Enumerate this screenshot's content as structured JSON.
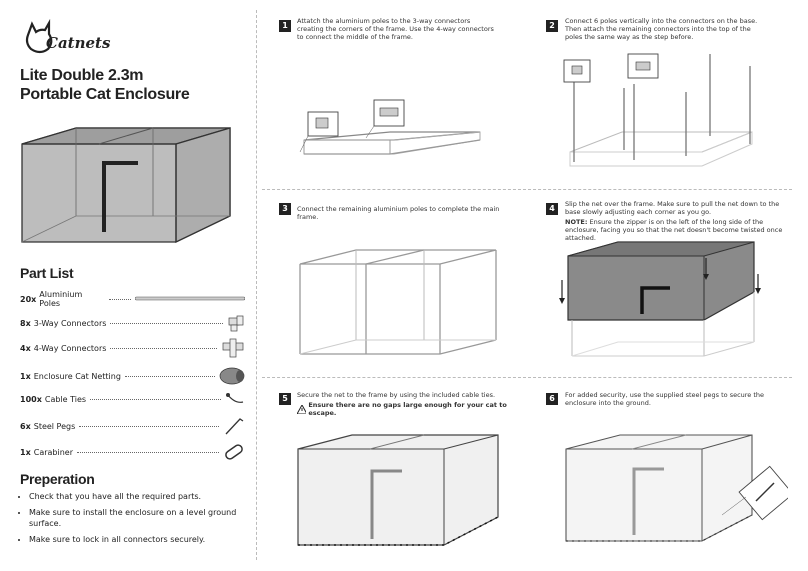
{
  "brand": "Catnets",
  "title_line1": "Lite Double 2.3m",
  "title_line2": "Portable Cat Enclosure",
  "part_list_heading": "Part List",
  "parts": [
    {
      "qty": "20x",
      "name": "Aluminium Poles"
    },
    {
      "qty": "8x",
      "name": "3-Way Connectors"
    },
    {
      "qty": "4x",
      "name": "4-Way Connectors"
    },
    {
      "qty": "1x",
      "name": "Enclosure Cat Netting"
    },
    {
      "qty": "100x",
      "name": "Cable Ties"
    },
    {
      "qty": "6x",
      "name": "Steel Pegs"
    },
    {
      "qty": "1x",
      "name": "Carabiner"
    }
  ],
  "preparation_heading": "Preperation",
  "preparation": [
    "Check that you have all the required parts.",
    "Make sure to install the enclosure on a level ground surface.",
    "Make sure to lock in all connectors securely."
  ],
  "steps": [
    {
      "num": "1",
      "text": "Attatch the aluminium poles to the 3-way connectors creating the corners of the frame. Use the 4-way connectors to connect the middle of the frame."
    },
    {
      "num": "2",
      "text": "Connect 6 poles vertically into the connectors on the base. Then attach the remaining connectors into the top of the poles the same way as the step before."
    },
    {
      "num": "3",
      "text": "Connect the remaining aluminium poles to complete the main frame."
    },
    {
      "num": "4",
      "text": "Slip the net over the frame. Make sure to pull the net down to the base slowly adjusting each corner as you go.",
      "note_label": "NOTE:",
      "note": "Ensure the zipper is on the left of the long side of the enclosure, facing you so that the net doesn't become twisted once attached."
    },
    {
      "num": "5",
      "text": "Secure the net to the frame by using the included cable ties.",
      "warning": "Ensure there are no gaps large enough for your cat to escape."
    },
    {
      "num": "6",
      "text": "For added security, use the supplied steel pegs to secure the enclosure into the ground."
    }
  ]
}
